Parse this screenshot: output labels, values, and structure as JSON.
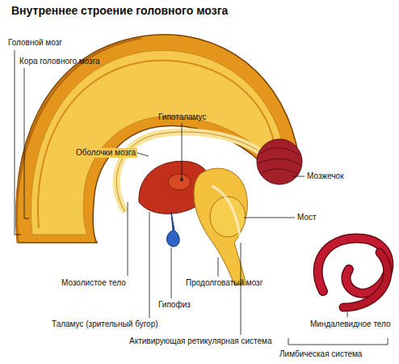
{
  "diagram": {
    "title": "Внутреннее строение головного мозга",
    "labels": [
      "Головной мозг",
      "Кора головного мозга",
      "Оболочки мозга",
      "Гипоталамус",
      "Мозжечок",
      "Мост",
      "Мозолистое тело",
      "Продолговатый мозг",
      "Гипофиз",
      "Таламус (зрительный бугор)",
      "Активирующая ретикулярная система",
      "Миндалевидное тело",
      "Лимбическая система"
    ]
  }
}
